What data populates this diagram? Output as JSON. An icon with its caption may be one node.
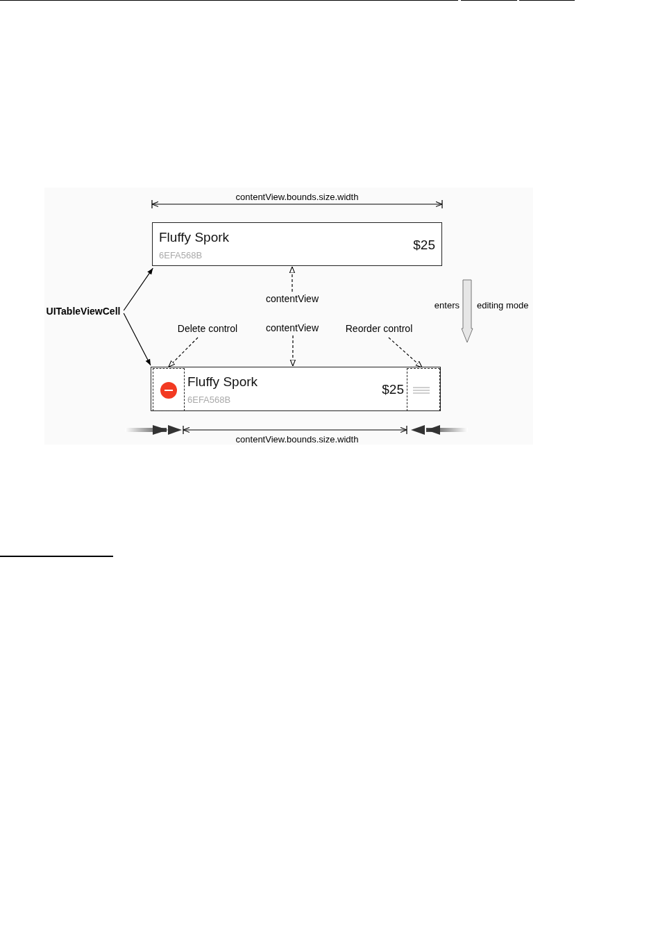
{
  "diagram": {
    "nodes": [
      {
        "text": [
          "Fluffy Spork",
          "6EFA568B",
          "$25"
        ]
      },
      {
        "text": [
          "Fluffy Spork",
          "6EFA568B",
          "$25"
        ]
      },
      {
        "text": [],
        "shape": "box",
        "in": 1
      },
      {
        "text": [],
        "shape": "box",
        "in": 1
      },
      {
        "text": [
          "UITableViewCell"
        ]
      },
      {
        "text": [
          "contentView"
        ]
      },
      {
        "text": [
          "Delete control"
        ]
      },
      {
        "text": [
          "contentView"
        ]
      },
      {
        "text": [
          "Reorder control"
        ]
      }
    ],
    "edges": [
      {
        "from": 4,
        "to": 0,
        "arrow": "to"
      },
      {
        "from": 4,
        "to": 1,
        "arrow": "to"
      },
      {
        "from": 5,
        "to": 0,
        "arrow": "to",
        "style": "dashed"
      },
      {
        "from": 6,
        "to": 2,
        "arrow": "to",
        "style": "dashed"
      },
      {
        "from": 7,
        "to": 1,
        "arrow": "to",
        "style": "dashed"
      },
      {
        "from": 8,
        "to": 3,
        "arrow": "to",
        "style": "dashed"
      }
    ],
    "labels": [
      "contentView.bounds.size.width",
      "enters",
      "editing mode",
      "contentView.bounds.size.width"
    ]
  }
}
